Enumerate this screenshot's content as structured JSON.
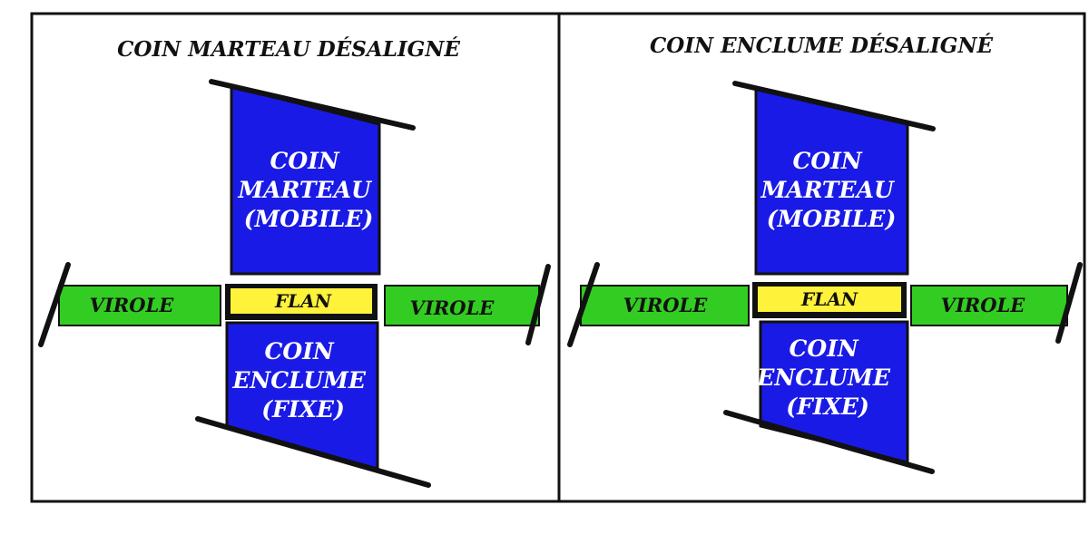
{
  "colors": {
    "die": "#1a1ae6",
    "ring": "#33cc22",
    "blank": "#fff23a",
    "outline": "#111111",
    "background": "#ffffff"
  },
  "panels": [
    {
      "title": "COIN MARTEAU DÉSALIGNÉ",
      "hammer_die": [
        "COIN",
        "MARTEAU",
        "(MOBILE)"
      ],
      "anvil_die": [
        "COIN",
        "ENCLUME",
        "(FIXE)"
      ],
      "blank": "FLAN",
      "ring_left": "VIROLE",
      "ring_right": "VIROLE"
    },
    {
      "title": "COIN ENCLUME DÉSALIGNÉ",
      "hammer_die": [
        "COIN",
        "MARTEAU",
        "(MOBILE)"
      ],
      "anvil_die": [
        "COIN",
        "ENCLUME",
        "(FIXE)"
      ],
      "blank": "FLAN",
      "ring_left": "VIROLE",
      "ring_right": "VIROLE"
    }
  ]
}
